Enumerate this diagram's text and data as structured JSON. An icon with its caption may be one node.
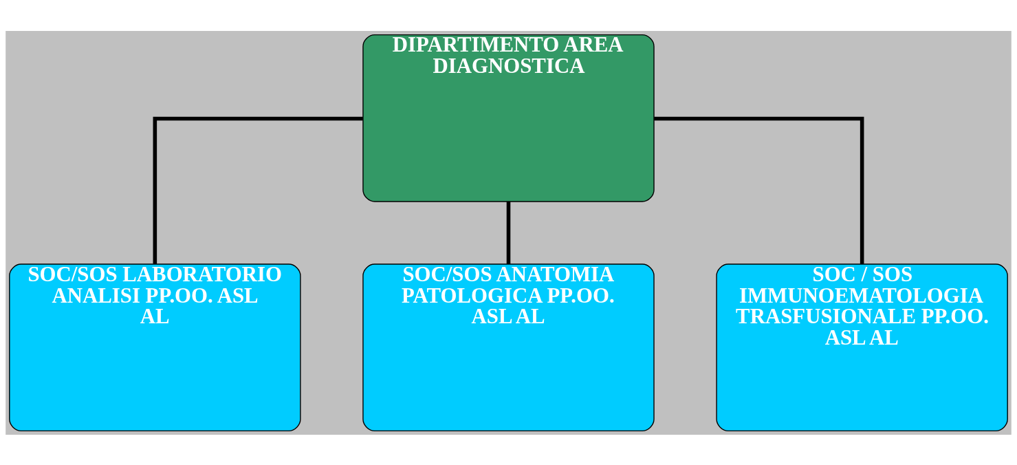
{
  "diagram": {
    "nodes": [
      {
        "text": [
          "DIPARTIMENTO AREA DIAGNOSTICA"
        ]
      },
      {
        "text": [
          "SOC/SOS LABORATORIO ANALISI PP.OO. ASL AL"
        ]
      },
      {
        "text": [
          "SOC/SOS ANATOMIA PATOLOGICA PP.OO. ASL AL"
        ]
      },
      {
        "text": [
          "SOC / SOS IMMUNOEMATOLOGIA TRASFUSIONALE PP.OO. ASL AL"
        ]
      }
    ],
    "edges": [
      {
        "from": 0,
        "to": 1,
        "arrow": "none"
      },
      {
        "from": 0,
        "to": 2,
        "arrow": "none"
      },
      {
        "from": 0,
        "to": 3,
        "arrow": "none"
      }
    ]
  }
}
